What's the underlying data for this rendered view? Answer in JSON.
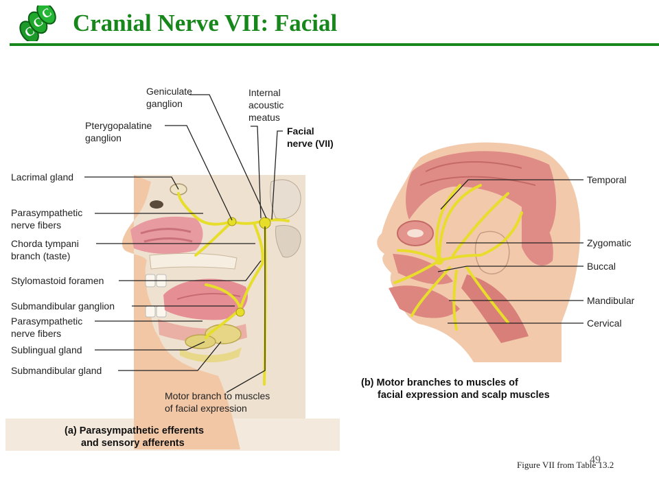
{
  "header": {
    "title": "Cranial Nerve VII: Facial",
    "logo_icon": "ccc-logo-icon",
    "accent_color": "#17871b"
  },
  "panel_a": {
    "labels": {
      "geniculate_1": "Geniculate",
      "geniculate_2": "ganglion",
      "internal_1": "Internal",
      "internal_2": "acoustic",
      "internal_3": "meatus",
      "facial_1": "Facial",
      "facial_2": "nerve (VII)",
      "ptery_1": "Pterygopalatine",
      "ptery_2": "ganglion",
      "lacrimal": "Lacrimal gland",
      "parasym1_1": "Parasympathetic",
      "parasym1_2": "nerve fibers",
      "chorda_1": "Chorda tympani",
      "chorda_2": "branch (taste)",
      "stylomastoid": "Stylomastoid foramen",
      "submand_ganglion": "Submandibular ganglion",
      "parasym2_1": "Parasympathetic",
      "parasym2_2": "nerve fibers",
      "sublingual": "Sublingual gland",
      "submand_gland": "Submandibular gland",
      "motor_1": "Motor branch to muscles",
      "motor_2": "of facial expression"
    },
    "caption_1": "(a) Parasympathetic efferents",
    "caption_2": "and sensory afferents"
  },
  "panel_b": {
    "labels": {
      "temporal": "Temporal",
      "zygomatic": "Zygomatic",
      "buccal": "Buccal",
      "mandibular": "Mandibular",
      "cervical": "Cervical"
    },
    "caption_1": "(b) Motor branches to muscles of",
    "caption_2": "facial expression and scalp muscles"
  },
  "footer": {
    "page_number": "49",
    "figure_ref": "Figure VII from Table 13.2"
  }
}
